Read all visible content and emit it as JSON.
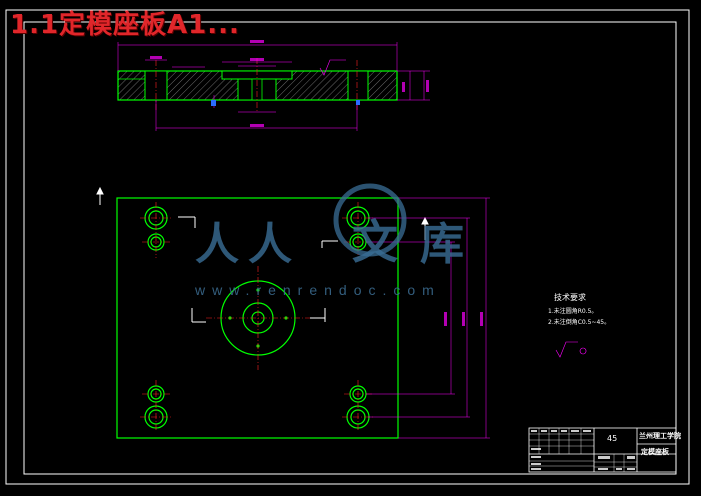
{
  "overlay": {
    "title": "1.1定模座板A1..."
  },
  "watermark": {
    "text": "www.renrendoc.com",
    "chars": [
      "人",
      "人",
      "文",
      "库"
    ]
  },
  "technical_requirements": {
    "heading": "技术要求",
    "items": [
      "1.未注圆角R0.5。",
      "2.未注倒角C0.5~45。"
    ]
  },
  "title_block": {
    "material": "45",
    "school": "兰州理工学院",
    "part_name": "定模座板"
  },
  "colors": {
    "background": "#000000",
    "outline": "#00ff00",
    "dimension": "#ff00ff",
    "centerline": "#ff2020",
    "frame": "#ffffff",
    "overlay": "#e0262a",
    "watermark": "#3a6e96"
  }
}
